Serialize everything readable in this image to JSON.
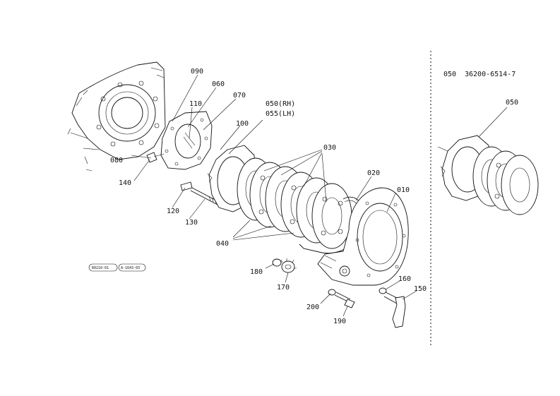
{
  "callouts": {
    "c090": "090",
    "c060": "060",
    "c110": "110",
    "c070": "070",
    "c050_rh": "050(RH)",
    "c055_lh": "055(LH)",
    "c100": "100",
    "c030": "030",
    "c020": "020",
    "c010": "010",
    "c080": "080",
    "c140": "140",
    "c120": "120",
    "c130": "130",
    "c040": "040",
    "c180": "180",
    "c170": "170",
    "c160": "160",
    "c150": "150",
    "c200": "200",
    "c190": "190"
  },
  "reference": {
    "ref_no": "050",
    "part_number": "36200-6514-7",
    "callout": "050"
  },
  "stamps": {
    "left": "R0210-01",
    "right": "A-1643-03"
  }
}
